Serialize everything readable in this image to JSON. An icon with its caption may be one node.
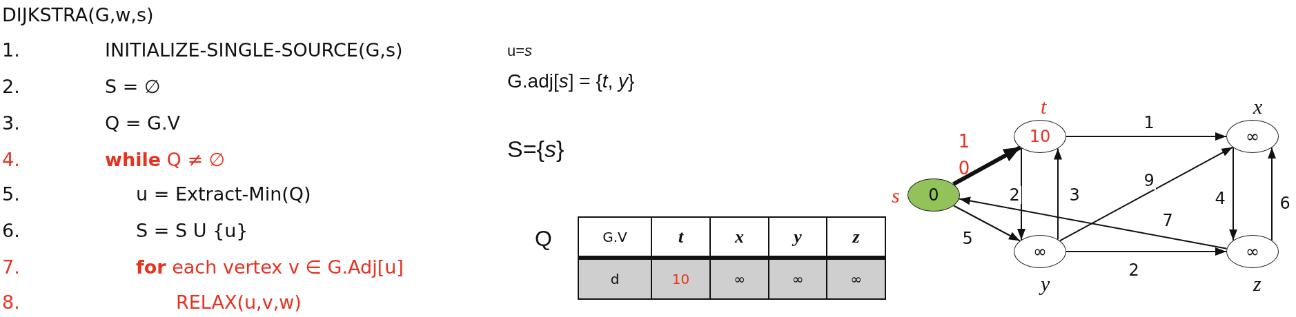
{
  "diagram": {
    "nodes": [
      {
        "text": [
          "0"
        ],
        "beside": [
          "s"
        ]
      },
      {
        "text": [
          "10"
        ],
        "beside": [
          "t"
        ]
      },
      {
        "text": [
          "∞"
        ],
        "beside": [
          "x"
        ]
      },
      {
        "text": [
          "∞"
        ],
        "beside": [
          "y"
        ]
      },
      {
        "text": [
          "∞"
        ],
        "beside": [
          "z"
        ]
      }
    ],
    "edges": [
      {
        "from": 0,
        "to": 1,
        "arrow": "to",
        "label": "1 0",
        "style": "thick"
      },
      {
        "from": 0,
        "to": 3,
        "arrow": "to",
        "label": "5"
      },
      {
        "from": 1,
        "to": 2,
        "arrow": "to",
        "label": "1"
      },
      {
        "from": 1,
        "to": 3,
        "arrow": "to",
        "label": "2"
      },
      {
        "from": 3,
        "to": 1,
        "arrow": "to",
        "label": "3"
      },
      {
        "from": 3,
        "to": 2,
        "arrow": "to",
        "label": "9"
      },
      {
        "from": 3,
        "to": 4,
        "arrow": "to",
        "label": "2"
      },
      {
        "from": 2,
        "to": 4,
        "arrow": "to",
        "label": "4"
      },
      {
        "from": 4,
        "to": 2,
        "arrow": "to",
        "label": "6"
      },
      {
        "from": 4,
        "to": 0,
        "arrow": "to",
        "label": "7"
      }
    ],
    "labels": [
      "DIJKSTRA(G,w,s)",
      "1.",
      "INITIALIZE-SINGLE-SOURCE(G,s)",
      "2.",
      "S = ∅",
      "3.",
      "Q = G.V",
      "4.",
      "**while** Q ≠ ∅",
      "5.",
      "u = Extract-Min(Q)",
      "6.",
      "S = S U {u}",
      "7.",
      "**for** each vertex v ∈ G.Adj[u]",
      "8.",
      "RELAX(u,v,w)",
      "u=*s*",
      "G.adj[*s*] = {*t*, *y*}",
      "S={*s*}",
      "Q",
      "G.V",
      "t",
      "x",
      "y",
      "z",
      "d",
      "10",
      "∞",
      "∞",
      "∞"
    ]
  }
}
